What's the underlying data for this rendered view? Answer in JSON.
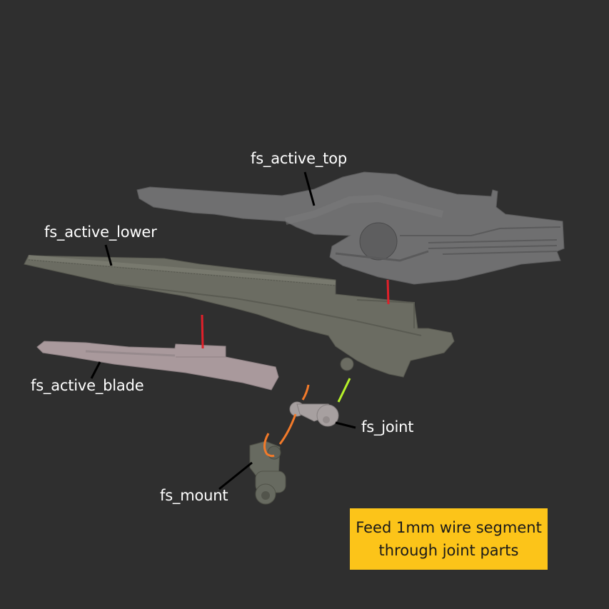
{
  "diagram": {
    "background": "#2f2f2f",
    "labels": {
      "top": "fs_active_top",
      "lower": "fs_active_lower",
      "blade": "fs_active_blade",
      "joint": "fs_joint",
      "mount": "fs_mount"
    },
    "note": {
      "line1": "Feed 1mm wire segment",
      "line2": "through joint parts",
      "color": "#fcc419"
    },
    "colors": {
      "top_part": "#6f6f70",
      "lower_part": "#6b6c62",
      "blade_part": "#a9999c",
      "joint_part": "#a7a0a0",
      "mount_part": "#676a60",
      "alignment_line": "#e0202a",
      "wire_orange": "#f27a2a",
      "wire_green": "#b6f22a",
      "leader": "#000000"
    }
  }
}
